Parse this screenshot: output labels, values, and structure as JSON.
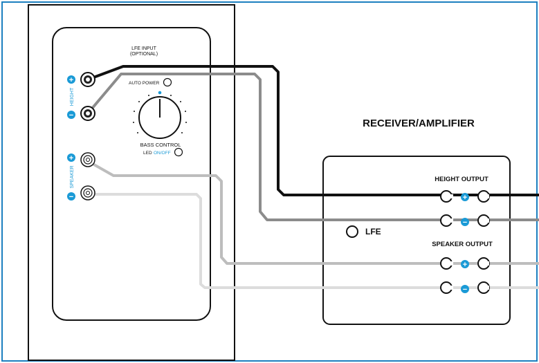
{
  "speaker_panel": {
    "lfe_input_line1": "LFE INPUT",
    "lfe_input_line2": "(OPTIONAL)",
    "height_label": "HEIGHT",
    "speaker_label": "SPEAKER",
    "auto_power_label": "AUTO POWER",
    "bass_control_label": "BASS CONTROL",
    "led_label": "LED",
    "led_on_off_label": "ON/OFF"
  },
  "receiver": {
    "title": "RECEIVER/AMPLIFIER",
    "height_output_label": "HEIGHT OUTPUT",
    "speaker_output_label": "SPEAKER OUTPUT",
    "lfe_label": "LFE"
  },
  "polarity": {
    "plus": "+",
    "minus": "−"
  },
  "colors": {
    "frame": "#1b7fbf",
    "accent": "#1a9ad6",
    "wire_height_plus": "#111111",
    "wire_height_minus": "#8c8c8c",
    "wire_speaker_plus": "#bdbdbd",
    "wire_speaker_minus": "#dcdcdc"
  }
}
